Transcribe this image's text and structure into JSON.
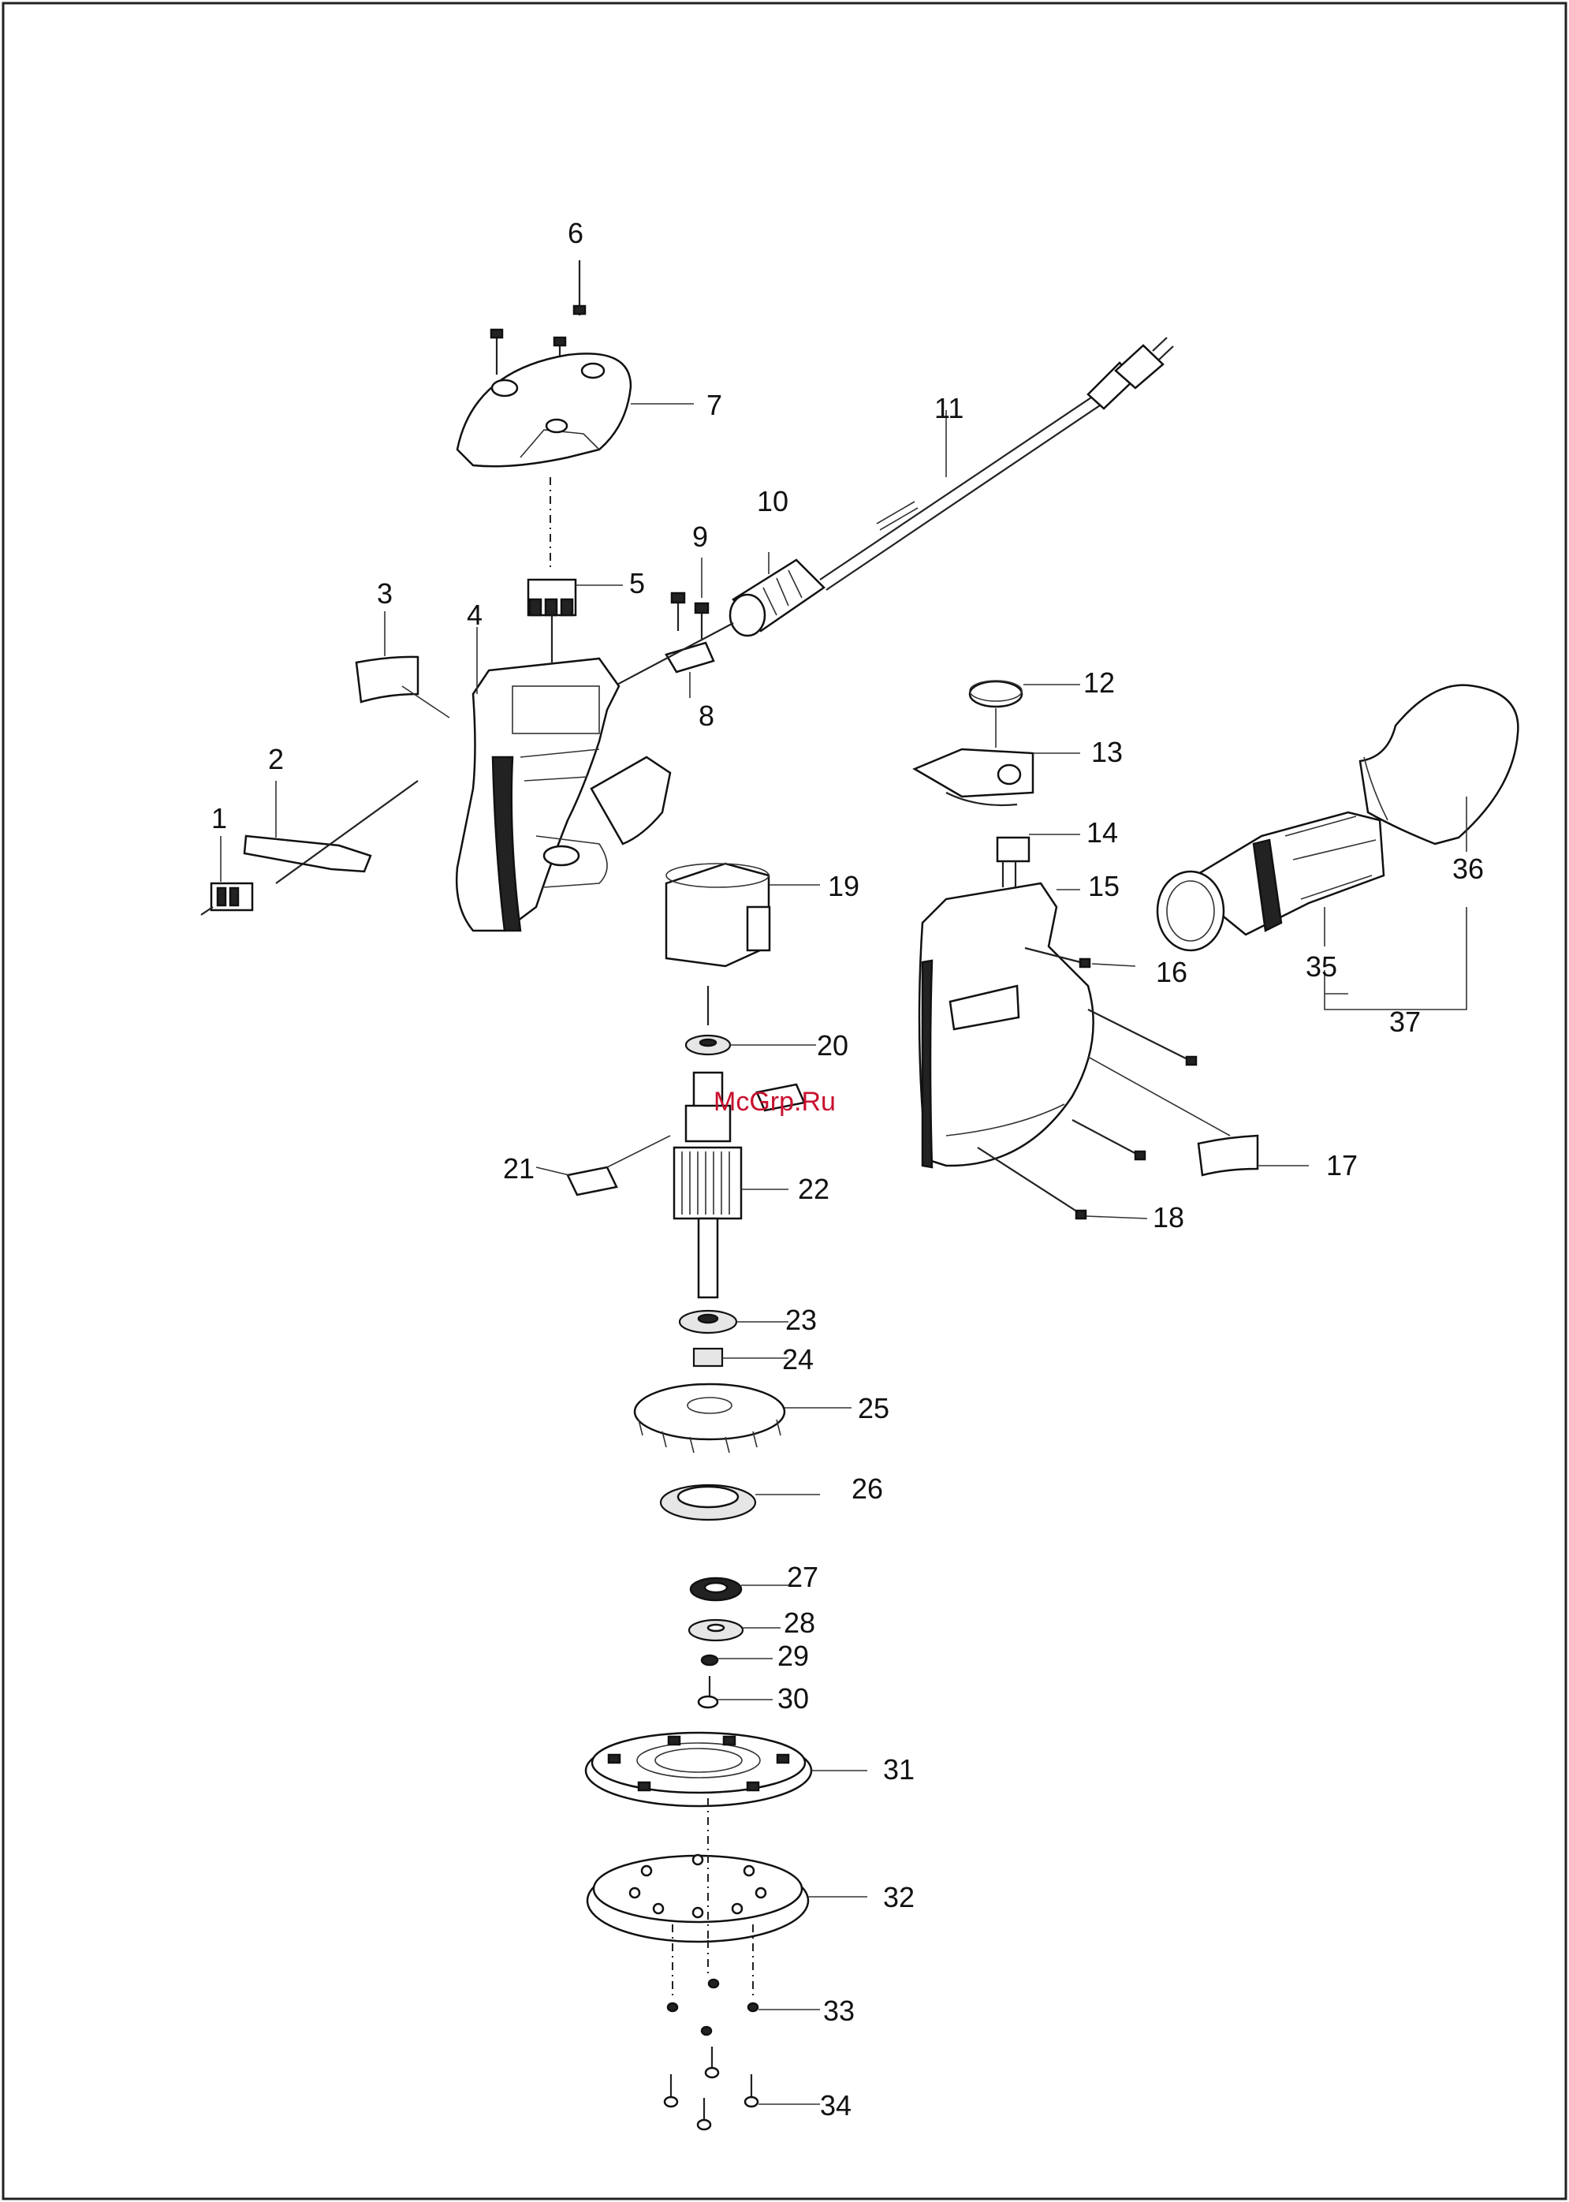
{
  "watermark": "McGrp.Ru",
  "labels": [
    "1",
    "2",
    "3",
    "4",
    "5",
    "6",
    "7",
    "8",
    "9",
    "10",
    "11",
    "12",
    "13",
    "14",
    "15",
    "16",
    "17",
    "18",
    "19",
    "20",
    "21",
    "22",
    "23",
    "24",
    "25",
    "26",
    "27",
    "28",
    "29",
    "30",
    "31",
    "32",
    "33",
    "34",
    "35",
    "36",
    "37"
  ]
}
